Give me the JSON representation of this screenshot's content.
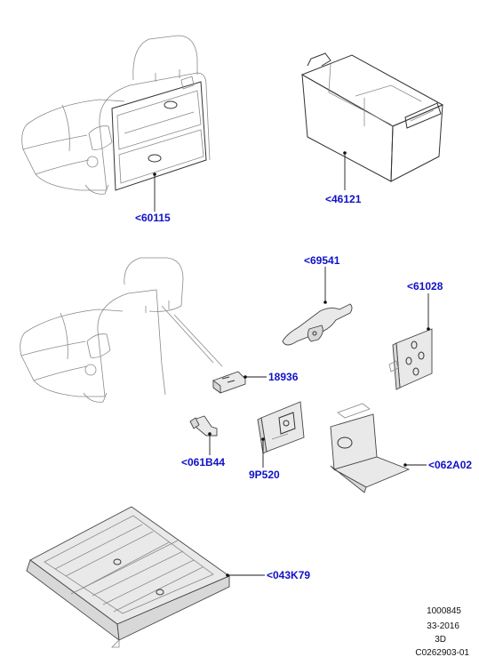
{
  "parts": [
    {
      "id": "part-60115",
      "label": "<60115"
    },
    {
      "id": "part-46121",
      "label": "<46121"
    },
    {
      "id": "part-69541",
      "label": "<69541"
    },
    {
      "id": "part-61028",
      "label": "<61028"
    },
    {
      "id": "part-18936",
      "label": "18936"
    },
    {
      "id": "part-061B44",
      "label": "<061B44"
    },
    {
      "id": "part-9P520",
      "label": "9P520"
    },
    {
      "id": "part-062A02",
      "label": "<062A02"
    },
    {
      "id": "part-043K79",
      "label": "<043K79"
    }
  ],
  "footer": {
    "line1": "1000845",
    "line2": "33-2016",
    "line3": "3D",
    "line4": "C0262903-01"
  },
  "colors": {
    "label": "#1010c8",
    "line_art": "#8a8a8a",
    "leader": "#1a1a1a"
  }
}
